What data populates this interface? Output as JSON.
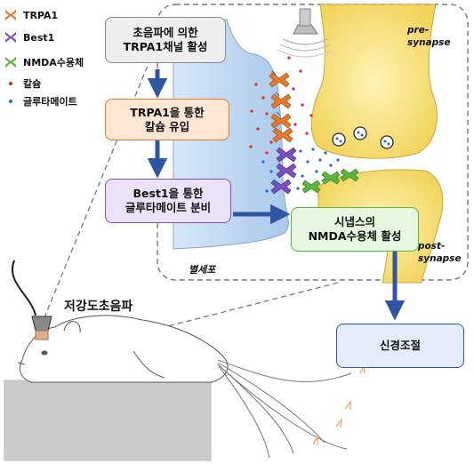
{
  "legend": {
    "trpa1": "TRPA1",
    "best1": "Best1",
    "nmda": "NMDA수용체",
    "calcium": "칼슘",
    "glutamate": "글루타메이트"
  },
  "flow": {
    "step1": "초음파에 의한\nTRPA1채널 활성",
    "step2": "TRPA1을 통한\n칼슘 유입",
    "step3": "Best1을 통한\n글루타메이트 분비",
    "step4": "시냅스의\nNMDA수용체 활성",
    "step5": "신경조절"
  },
  "labels": {
    "presynapse": "pre-\nsynapse",
    "postsynapse": "post-\nsynapse",
    "astrocyte": "별세포",
    "ultrasound": "저강도초음파"
  },
  "colors": {
    "trpa1": "#e8782a",
    "best1": "#7b4fc0",
    "nmda": "#58b83a",
    "calcium": "#e0262a",
    "glutamate": "#1f6fc8",
    "arrow": "#2f56a3"
  }
}
